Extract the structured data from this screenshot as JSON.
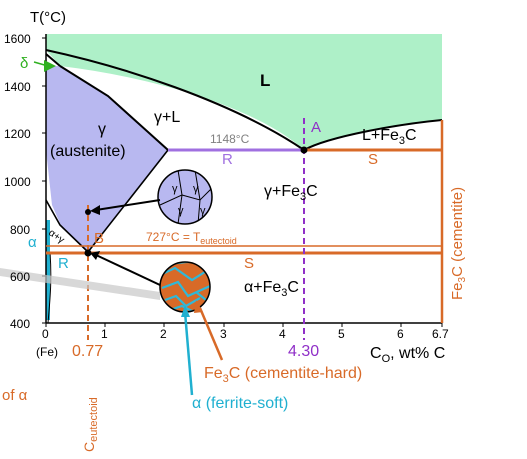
{
  "axes": {
    "y_title": "T(°C)",
    "x_title": "C",
    "x_title_sub": "O",
    "x_title_unit": ", wt% C",
    "y_ticks": [
      "1600",
      "1400",
      "1200",
      "1000",
      "800",
      "600",
      "400"
    ],
    "x_ticks": [
      "0",
      "1",
      "2",
      "3",
      "4",
      "5",
      "6",
      "6.7"
    ],
    "x_origin_note": "(Fe)"
  },
  "regions": {
    "liquid": "L",
    "gamma_liquid": "γ+L",
    "gamma_symbol": "γ",
    "austenite": "(austenite)",
    "liquid_fe3c": "L+Fe",
    "liquid_fe3c_sub": "3",
    "liquid_fe3c_tail": "C",
    "gamma_fe3c": "γ+Fe",
    "gamma_fe3c_sub": "3",
    "gamma_fe3c_tail": "C",
    "alpha_fe3c": "α+Fe",
    "alpha_fe3c_sub": "3",
    "alpha_fe3c_tail": "C",
    "delta": "δ",
    "alpha": "α",
    "alpha_gamma": "α+γ"
  },
  "labels": {
    "eutectic_temp": "1148°C",
    "eutectoid_temp": "727°C = T",
    "eutectoid_temp_sub": "eutectoid",
    "point_a": "A",
    "point_b": "B",
    "lever_r_upper": "R",
    "lever_s_upper": "S",
    "lever_r_lower": "R",
    "lever_s_lower": "S",
    "eutectoid_comp": "0.77",
    "eutectic_comp": "4.30",
    "cementite_side": "Fe",
    "cementite_side_sub": "3",
    "cementite_side_tail": "C (cementite)",
    "cementite_hard": "Fe",
    "cementite_hard_sub": "3",
    "cementite_hard_tail": "C (cementite-hard)",
    "ferrite_soft": "α  (ferrite-soft)",
    "c_eutectoid": "C",
    "c_eutectoid_sub": "eutectoid",
    "left_fragment": "of α"
  },
  "grain_labels": [
    "γ",
    "γ",
    "γ",
    "γ"
  ],
  "colors": {
    "liquid_fill": "#aef0c8",
    "austenite_fill": "#b8b8f0",
    "phase_boundary": "#000000",
    "lever_line": "#d86a28",
    "r_line": "#a070e0",
    "eutectic_line": "#8a8aff",
    "marker_purple": "#9030c8",
    "cyan": "#20b0d0",
    "gray_text": "#808080"
  }
}
